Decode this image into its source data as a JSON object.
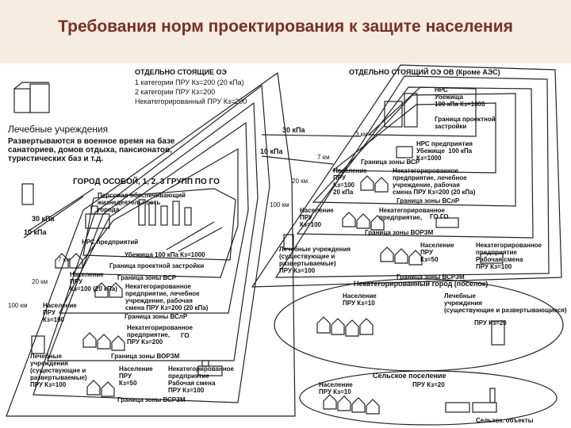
{
  "title": "Требования норм проектирования к защите населения",
  "left": {
    "oe_header": "ОТДЕЛЬНО СТОЯЩИЕ ОЭ",
    "oe_cat1": "1 категории ПРУ  Кз=200 (20 кПа)",
    "oe_cat2": "2 категории ПРУ  Кз=200",
    "oe_noncat": "Некатегорированный ПРУ Кз=200",
    "medical_title": "Лечебные учреждения",
    "medical_desc": "Развертываются в военное время на базе\nсанаториев, домов отдыха, пансионатов,\nтуристических баз и т.д.",
    "city_header": "ГОРОД ОСОБОЙ, 1, 2, 3 ГРУПП ПО ГО",
    "p30": "30 кПа",
    "p10": "10 кПа",
    "km7": "7 км",
    "km20": "20 км",
    "km100": "100 км",
    "staff": "Персонал обеспечивающий\nжизнедеятельность\nгорода",
    "nrs": "НРС предприятий",
    "shelter": "Убежища 100 кПа Кз=1000",
    "border_project": "Граница проектной застройки",
    "border_vsr": "Граница зоны ВСР",
    "pop1": "Население\nПРУ\nКз=100 (20 кПа)",
    "noncat1": "Некатегорированное\nпредприятие, лечебное\nучреждение, рабочая\nсмена ПРУ Кз=200 (20 кПа)",
    "border_vslr": "Граница зоны ВСлР",
    "pop2": "Население\nПРУ\nКз=100",
    "noncat2": "Некатегорированное\nпредприятие,\nПРУ Кз=200",
    "go": "ГО",
    "border_vorzm": "Граница зоны ВОРЗМ",
    "med2": "Лечебные\nучреждения\n(существующие и\nразвертываемые)\nПРУ Кз=100",
    "pop3": "Население\nПРУ\nКз=50",
    "noncat3": "Некатегорированное\nпредприятие\nРабочая смена\nПРУ Кз=100",
    "border_vsrzm": "Граница зоны ВСРЗМ"
  },
  "right": {
    "header": "ОТДЕЛЬНО СТОЯЩИЙ ОЭ ОВ (Кроме АЭС)",
    "nrs": "НРС\nУбежища\n100 кПа Кз=1000",
    "border_project": "Граница проектной\nзастройки",
    "p30": "30 кПа",
    "p10": "10 кПа",
    "km3": "3 км",
    "km7": "7 км",
    "km20": "20 км",
    "km100": "100 км",
    "nrs_ent": "НРС предприятия\nУбежище  100 кПа\nКз=1000",
    "border_vsr": "Граница зоны ВСР",
    "pop1": "Население\nПРУ\nКз=100\n20 кПа",
    "noncat1": "Некатегорированное\nпредприятие, лечебное\nучреждение, рабочая\nсмена ПРУ Кз=200 (20 кПа)",
    "border_vslr": "Граница зоны ВСлР",
    "pop2": "Население\nПРУ\nКз=100",
    "noncat2": "Некатегорированное\nпредприятие,",
    "go": "ГО ГО",
    "border_vorzm": "Граница зоны ВОРЗМ",
    "med": "Лечебные учреждения\n(существующие и\nразвертываемые)\nПРУ Кз=100",
    "pop3": "Население\nПРУ\nКз=50",
    "noncat3": "Некатегорированное\nпредприятие\nРабочая смена\nПРУ Кз=100",
    "border_vsrzm": "Граница зоны ВСРЗМ",
    "town_header": "Некатегорированный город (поселок)",
    "town_pop": "Население\nПРУ Кз=10",
    "town_med": "Лечебные\nучреждения\n(существующие и развертывающиеся)",
    "town_pru": "ПРУ Кз=20",
    "village_header": "Сельское поселение",
    "village_pop": "Население\nПРУ Кз=10",
    "village_pru": "ПРУ Кз=20",
    "village_obj": "Сельхоз. объекты"
  }
}
